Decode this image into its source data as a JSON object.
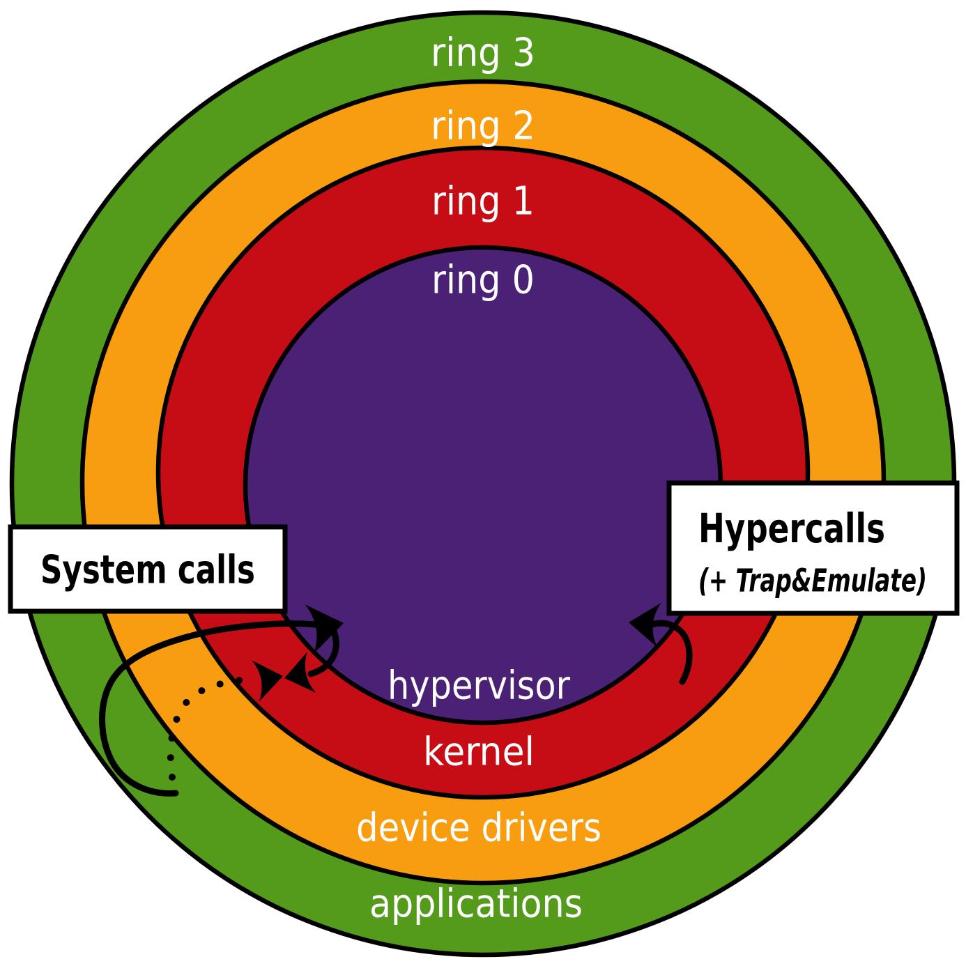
{
  "diagram": {
    "rings": [
      {
        "name": "ring 3",
        "role": "applications",
        "color": "#549a1b"
      },
      {
        "name": "ring 2",
        "role": "device drivers",
        "color": "#f89c10"
      },
      {
        "name": "ring 1",
        "role": "kernel",
        "color": "#c60d15"
      },
      {
        "name": "ring 0",
        "role": "hypervisor",
        "color": "#4a2174"
      }
    ],
    "callouts": {
      "system_calls": "System calls",
      "hypercalls": "Hypercalls",
      "hypercalls_sub": "(+ Trap&Emulate)"
    },
    "colors": {
      "outline": "#000000",
      "ring_label_text": "#ffffff",
      "callout_background": "#ffffff",
      "callout_text": "#000000",
      "arrow": "#000000"
    }
  }
}
